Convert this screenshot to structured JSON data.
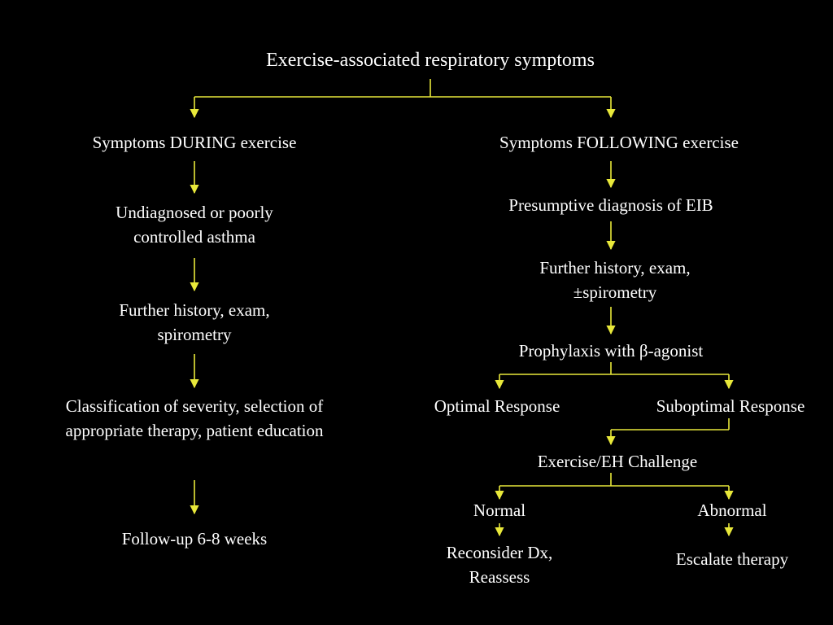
{
  "colors": {
    "background": "#000000",
    "text": "#ffffff",
    "connector": "#e8e83a"
  },
  "diagram": {
    "root": "Exercise-associated respiratory symptoms",
    "left_branch": {
      "heading": "Symptoms DURING exercise",
      "step_1": "Undiagnosed or poorly controlled asthma",
      "step_2": "Further history, exam, spirometry",
      "step_3": "Classification of severity, selection of appropriate therapy, patient education",
      "step_4": "Follow-up 6-8 weeks"
    },
    "right_branch": {
      "heading": "Symptoms FOLLOWING exercise",
      "step_1": "Presumptive diagnosis of EIB",
      "step_2": "Further history, exam, ±spirometry",
      "step_3": "Prophylaxis with β-agonist",
      "optimal": "Optimal Response",
      "suboptimal": "Suboptimal Response",
      "challenge": "Exercise/EH Challenge",
      "normal": "Normal",
      "abnormal": "Abnormal",
      "normal_outcome": "Reconsider Dx, Reassess",
      "abnormal_outcome": "Escalate therapy"
    }
  }
}
